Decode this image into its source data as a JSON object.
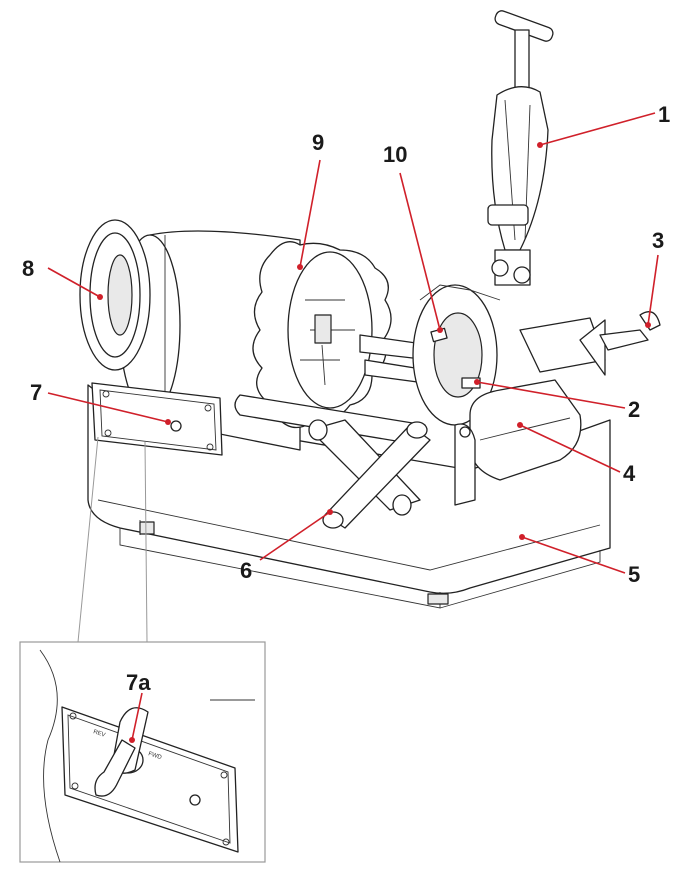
{
  "diagram": {
    "colors": {
      "leader": "#d0202a",
      "ink": "#222222",
      "label": "#1a1a1a",
      "inset_border": "#999999"
    },
    "callouts": [
      {
        "id": "1",
        "label": "1"
      },
      {
        "id": "2",
        "label": "2"
      },
      {
        "id": "3",
        "label": "3"
      },
      {
        "id": "4",
        "label": "4"
      },
      {
        "id": "5",
        "label": "5"
      },
      {
        "id": "6",
        "label": "6"
      },
      {
        "id": "7",
        "label": "7"
      },
      {
        "id": "8",
        "label": "8"
      },
      {
        "id": "9",
        "label": "9"
      },
      {
        "id": "10",
        "label": "10"
      }
    ],
    "inset": {
      "callout": "7a",
      "switch_labels": {
        "left": "REV",
        "right": "FWD"
      }
    }
  }
}
